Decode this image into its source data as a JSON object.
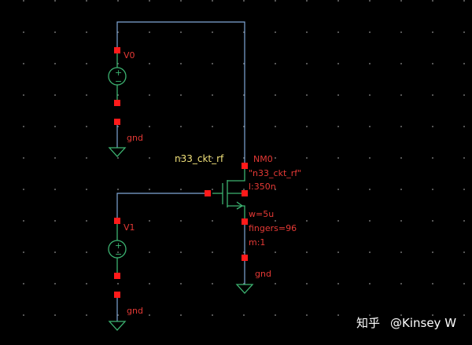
{
  "colors": {
    "wire": "#7fa7d6",
    "pin": "#ff1a1a",
    "symbol": "#3cb371",
    "label_red": "#e53935",
    "label_yellow": "#f2e27a",
    "grid_dot": "#6a6a6a"
  },
  "labels": {
    "v0": "V0",
    "v1": "V1",
    "gnd_top": "gnd",
    "gnd_bottom": "gnd",
    "gnd_transistor": "gnd",
    "model_name": "n33_ckt_rf",
    "instance_name": "NM0",
    "model_param": "\"n33_ckt_rf\"",
    "length_param": "l:350n",
    "width_param": "w=5u",
    "fingers_param": "fingers=96",
    "multiplier_param": "m:1",
    "plus_sign": "+",
    "minus_sign": "−"
  },
  "watermark": {
    "logo": "知乎",
    "author": "@Kinsey W"
  }
}
